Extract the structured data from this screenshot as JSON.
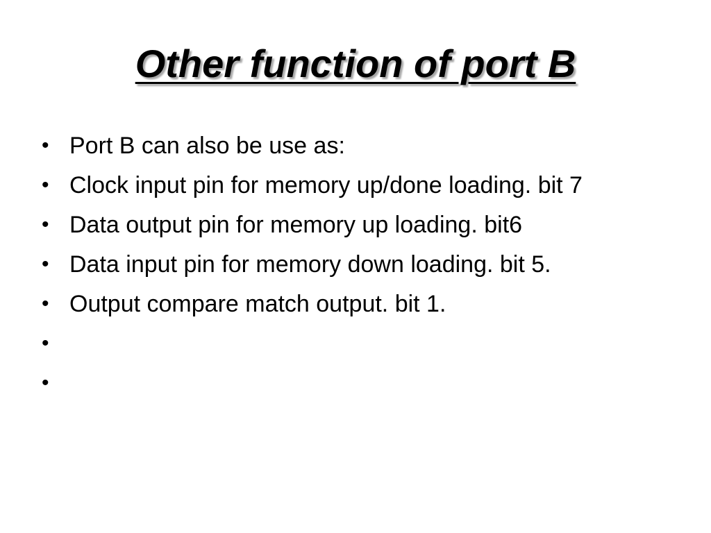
{
  "slide": {
    "title": "Other function of port B",
    "bullet_glyph": "•",
    "bullets": [
      "Port B can also be use as:",
      "Clock input pin for memory up/done loading. bit 7",
      "Data output pin for memory up loading. bit6",
      "Data input pin for memory down loading. bit 5.",
      "Output compare match output. bit 1.",
      "",
      ""
    ]
  }
}
